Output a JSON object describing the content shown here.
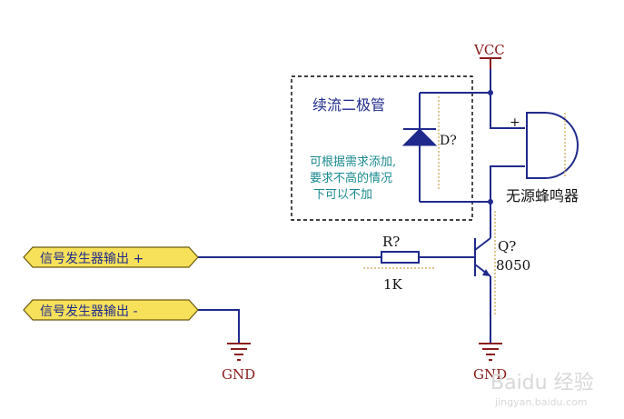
{
  "labels": {
    "vcc": "VCC",
    "gnd_left": "GND",
    "gnd_right": "GND",
    "diode_group": "续流二极管",
    "diode_ref": "D?",
    "note_line1": "可根据需求添加,",
    "note_line2": "要求不高的情况",
    "note_line3": "下可以不加",
    "buzzer_plus": "+",
    "buzzer_name": "无源蜂鸣器",
    "resistor_ref": "R?",
    "resistor_value": "1K",
    "transistor_ref": "Q?",
    "transistor_part": "8050",
    "port_plus": "信号发生器输出 +",
    "port_minus": "信号发生器输出 -",
    "watermark": "Baidu 经验",
    "watermark_url": "jingyan.baidu.com"
  },
  "colors": {
    "wire": "#1f2a8c",
    "power": "#8b1c1c",
    "port_fill": "#f7e15a",
    "note": "#1a8a8f",
    "diode_fill": "#1f2a8c"
  }
}
